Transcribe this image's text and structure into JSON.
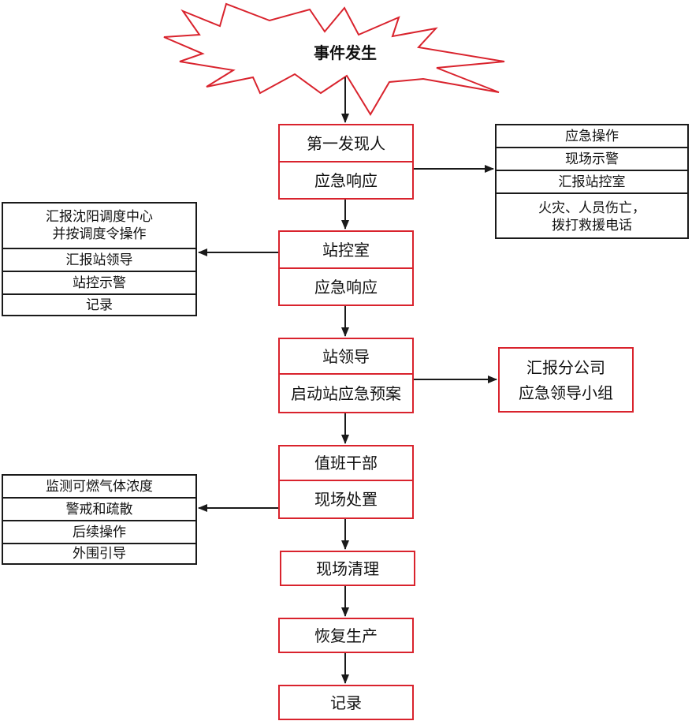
{
  "start": {
    "label": "事件发生"
  },
  "main_steps": [
    {
      "lines": [
        "第一发现人",
        "应急响应"
      ]
    },
    {
      "lines": [
        "站控室",
        "应急响应"
      ]
    },
    {
      "lines": [
        "站领导",
        "启动站应急预案"
      ]
    },
    {
      "lines": [
        "值班干部",
        "现场处置"
      ]
    },
    {
      "lines": [
        "现场清理"
      ]
    },
    {
      "lines": [
        "恢复生产"
      ]
    },
    {
      "lines": [
        "记录"
      ]
    }
  ],
  "side_boxes": {
    "first_finder_actions": [
      "应急操作",
      "现场示警",
      "汇报站控室",
      "火灾、人员伤亡，",
      "拨打救援电话"
    ],
    "control_room_actions": [
      "汇报沈阳调度中心",
      "并按调度令操作",
      "汇报站领导",
      "站控示警",
      "记录"
    ],
    "leader_report": [
      "汇报分公司",
      "应急领导小组"
    ],
    "duty_actions": [
      "监测可燃气体浓度",
      "警戒和疏散",
      "后续操作",
      "外围引导"
    ]
  },
  "colors": {
    "accent": "#d9232d",
    "line": "#1a1a1a"
  }
}
